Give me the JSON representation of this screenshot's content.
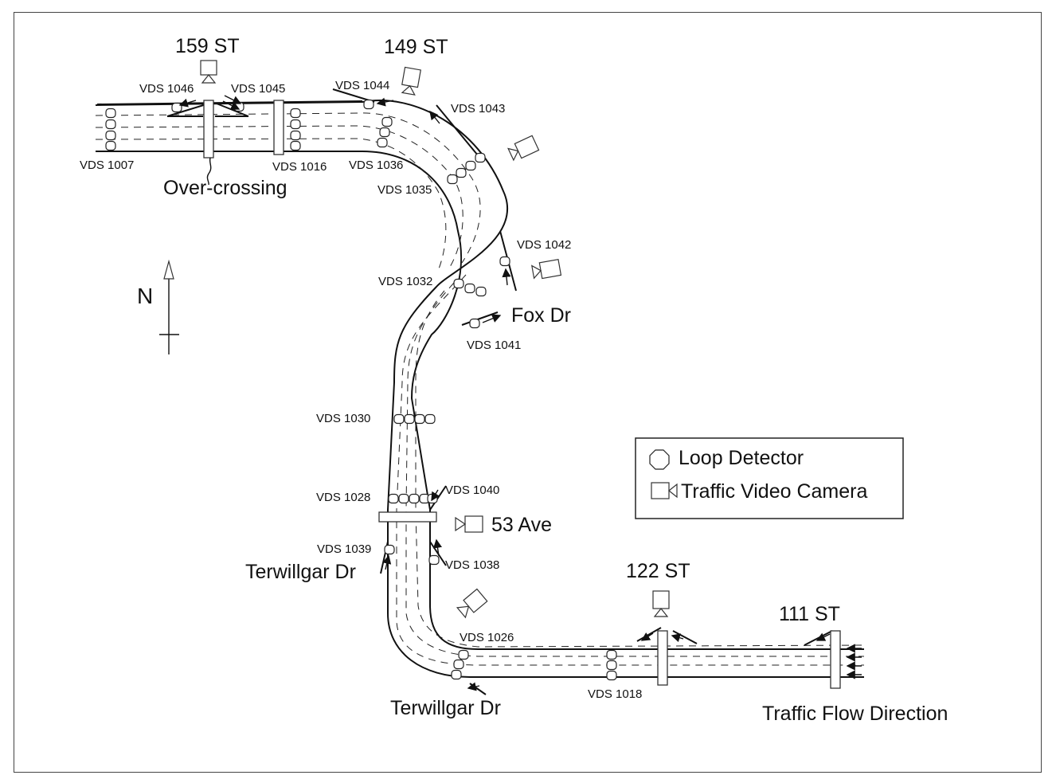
{
  "streets": {
    "st159": "159 ST",
    "st149": "149 ST",
    "over_crossing": "Over-crossing",
    "fox_dr": "Fox Dr",
    "ave53": "53 Ave",
    "terwillgar_upper": "Terwillgar Dr",
    "terwillgar_lower": "Terwillgar Dr",
    "st122": "122 ST",
    "st111": "111 ST",
    "traffic_flow": "Traffic Flow Direction"
  },
  "compass": {
    "north": "N"
  },
  "vds": {
    "v1046": "VDS 1046",
    "v1045": "VDS 1045",
    "v1044": "VDS 1044",
    "v1043": "VDS 1043",
    "v1007": "VDS 1007",
    "v1016": "VDS 1016",
    "v1036": "VDS 1036",
    "v1035": "VDS 1035",
    "v1042": "VDS 1042",
    "v1032": "VDS 1032",
    "v1041": "VDS 1041",
    "v1030": "VDS 1030",
    "v1040": "VDS 1040",
    "v1028": "VDS 1028",
    "v1039": "VDS 1039",
    "v1038": "VDS 1038",
    "v1026": "VDS 1026",
    "v1018": "VDS 1018"
  },
  "legend": {
    "loop_detector": "Loop Detector",
    "camera": "Traffic Video Camera"
  },
  "icons": [
    "loop-detector-icon",
    "camera-icon",
    "north-arrow-icon",
    "flow-arrow-icon"
  ],
  "colors": {
    "line": "#111111",
    "background": "#ffffff"
  }
}
